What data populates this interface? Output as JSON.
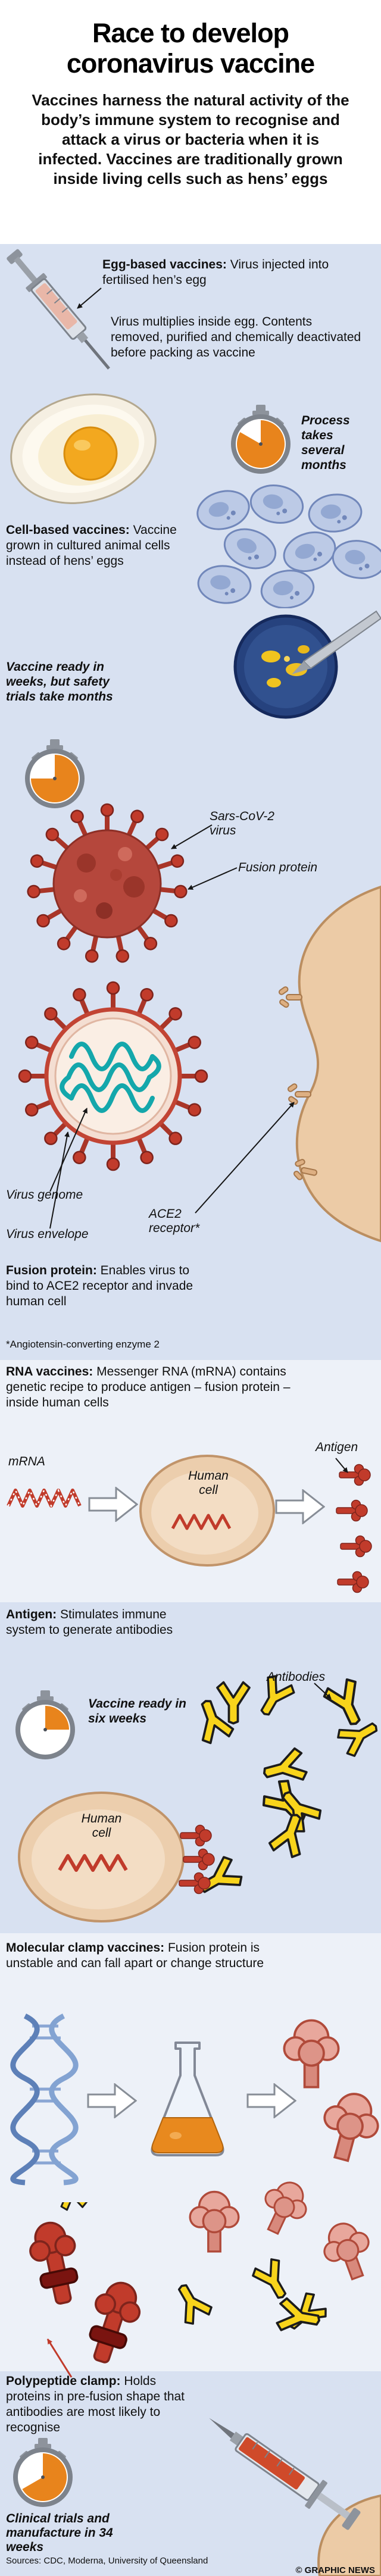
{
  "page": {
    "background_blue": "#d8e1f1",
    "background_pale": "#edf1f8",
    "accent_red": "#c13b2b",
    "accent_orange": "#e8841c",
    "antibody_yellow": "#f8d41b",
    "cell_flesh": "#eccead",
    "genome_teal": "#14a7ab"
  },
  "header": {
    "title_line1": "Race to develop",
    "title_line2": "coronavirus vaccine",
    "intro": "Vaccines harness the natural activity of the body’s immune system to recognise and attack a virus or bacteria when it is infected. Vaccines are traditionally grown inside living cells such as hens’ eggs"
  },
  "egg_section": {
    "heading": "Egg-based vaccines:",
    "lead": "Virus injected into fertilised hen’s egg",
    "body": "Virus multiplies inside egg. Contents removed, purified and chemically deactivated before packing as vaccine",
    "timer_label": "Process takes several months"
  },
  "cell_section": {
    "heading": "Cell-based vaccines:",
    "body": "Vaccine grown in cultured animal cells instead of hens’ eggs",
    "timer_label": "Vaccine ready in weeks, but safety trials take months"
  },
  "virus_section": {
    "virus_label": "Sars-CoV-2 virus",
    "fusion_protein_label": "Fusion protein",
    "genome_label": "Virus genome",
    "envelope_label": "Virus envelope",
    "receptor_label": "ACE2 receptor*",
    "fusion_heading": "Fusion protein:",
    "fusion_body": "Enables virus to bind to ACE2 receptor and invade human cell",
    "footnote": "*Angiotensin-converting enzyme 2"
  },
  "rna_section": {
    "heading": "RNA vaccines:",
    "body": "Messenger RNA (mRNA) contains genetic recipe to produce antigen – fusion protein – inside human cells",
    "mrna_label": "mRNA",
    "human_cell_label": "Human cell",
    "antigen_label": "Antigen"
  },
  "antigen_section": {
    "heading": "Antigen:",
    "body": "Stimulates immune system to generate antibodies",
    "timer_label": "Vaccine ready in six weeks",
    "antibodies_label": "Antibodies",
    "human_cell_label": "Human cell"
  },
  "clamp_section": {
    "heading": "Molecular clamp vaccines:",
    "body": "Fusion protein is unstable and can fall apart or change structure",
    "poly_heading": "Polypeptide clamp:",
    "poly_body": "Holds proteins in pre-fusion shape that antibodies are most likely to recognise",
    "timer_label": "Clinical trials and manufacture in 34 weeks"
  },
  "footer": {
    "sources": "Sources: CDC, Moderna, University of Queensland",
    "credit": "© GRAPHIC NEWS"
  }
}
